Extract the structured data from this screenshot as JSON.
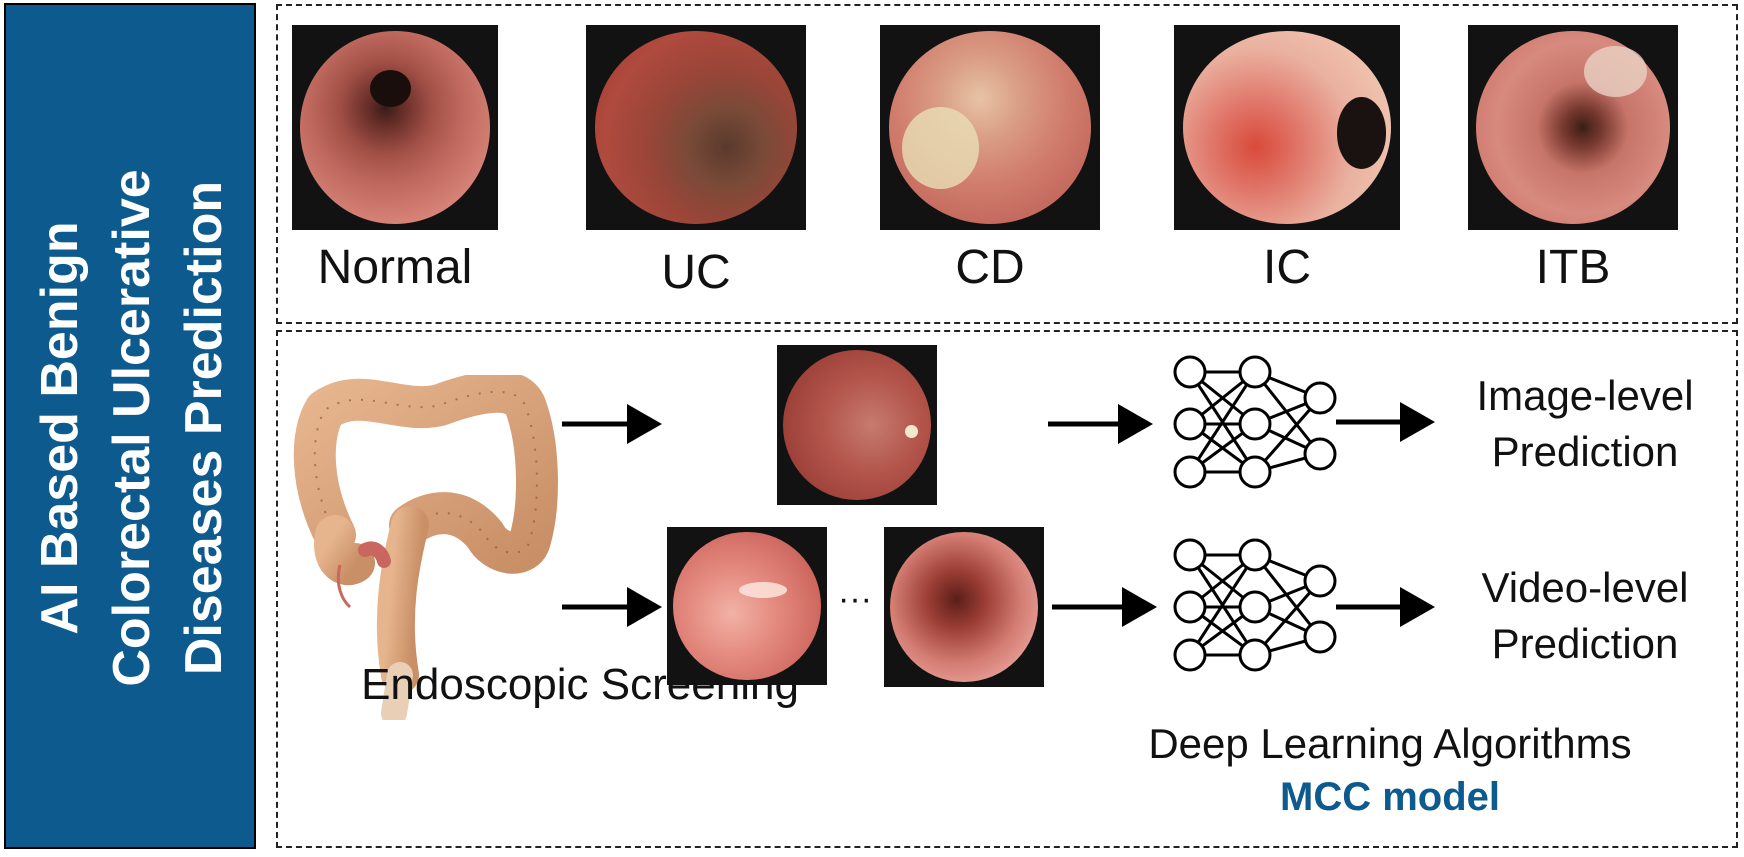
{
  "title": {
    "lines": [
      "AI Based Benign",
      "Colorectal Ulcerative",
      "Diseases Prediction"
    ]
  },
  "categories": [
    {
      "label": "Normal"
    },
    {
      "label": "UC"
    },
    {
      "label": "CD"
    },
    {
      "label": "IC"
    },
    {
      "label": "ITB"
    }
  ],
  "pipeline": {
    "screening_label": "Endoscopic Screening",
    "ellipsis": "···",
    "image_pred": [
      "Image-level",
      "Prediction"
    ],
    "video_pred": [
      "Video-level",
      "Prediction"
    ],
    "algorithms_label": "Deep Learning Algorithms",
    "model_label": "MCC model"
  },
  "colors": {
    "banner": "#0c5a8e",
    "model_text": "#0c5a8e",
    "tissue": "#c9675f"
  }
}
